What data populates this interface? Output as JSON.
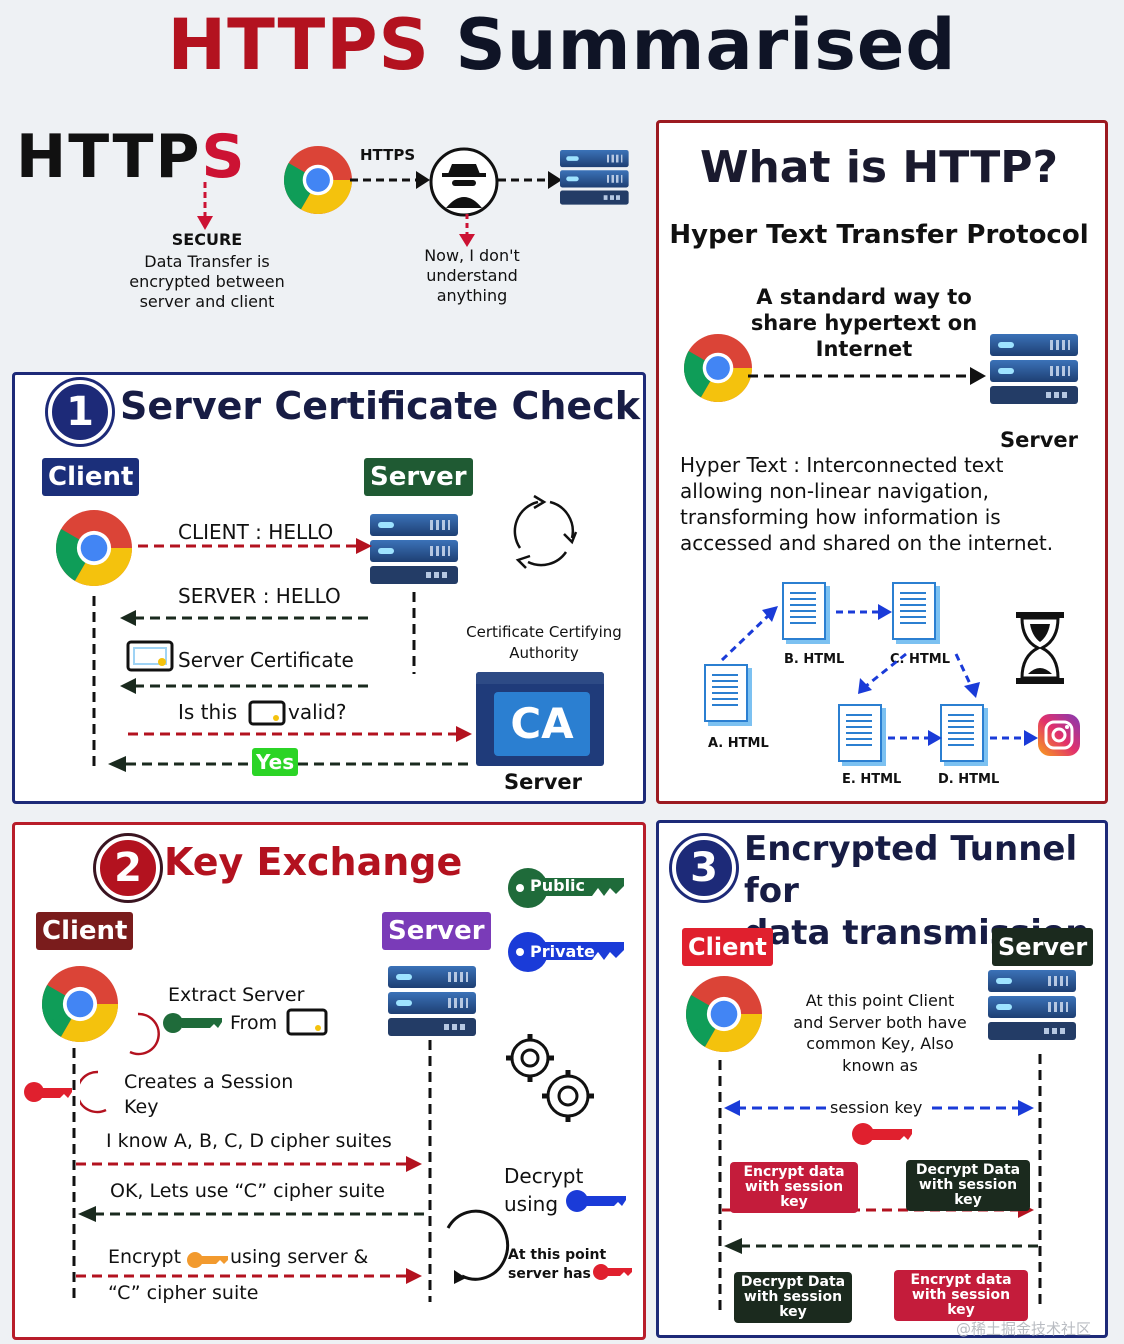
{
  "title": {
    "part1": "HTTPS",
    "part2": "Summarised"
  },
  "intro": {
    "https_big": "HTTP",
    "https_big_s": "S",
    "secure": "SECURE",
    "secure_desc": "Data Transfer is encrypted between server and client",
    "arrow_label": "HTTPS",
    "hacker_text": "Now, I don't understand anything"
  },
  "http_panel": {
    "heading": "What is HTTP?",
    "subheading": "Hyper Text Transfer Protocol",
    "standard": "A standard way to share hypertext on Internet",
    "server": "Server",
    "hypertext_desc": "Hyper Text : Interconnected text allowing non-linear navigation, transforming how information is accessed and shared on the internet.",
    "docs": [
      "A. HTML",
      "B. HTML",
      "C. HTML",
      "D. HTML",
      "E. HTML"
    ]
  },
  "panel1": {
    "number": "1",
    "heading": "Server Certificate Check",
    "client": "Client",
    "server": "Server",
    "client_hello": "CLIENT : HELLO",
    "server_hello": "SERVER : HELLO",
    "server_cert": "Server Certificate",
    "is_this": "Is this",
    "valid": "valid?",
    "yes": "Yes",
    "ca_label": "Certificate Certifying Authority",
    "ca": "CA",
    "ca_server": "Server"
  },
  "panel2": {
    "number": "2",
    "heading": "Key Exchange",
    "client": "Client",
    "server": "Server",
    "public_key": "Public",
    "private_key": "Private",
    "extract": "Extract Server",
    "from": "From",
    "creates": "Creates a Session Key",
    "cipher_know": "I know A, B, C, D cipher suites",
    "cipher_ok": "OK, Lets use “C” cipher suite",
    "encrypt_a": "Encrypt",
    "encrypt_b": "using server &",
    "encrypt_c": "“C” cipher suite",
    "decrypt": "Decrypt using",
    "at_point": "At this point server has"
  },
  "panel3": {
    "number": "3",
    "heading_1": "Encrypted Tunnel for",
    "heading_2": "data transmission",
    "client": "Client",
    "server": "Server",
    "common": "At this point Client and Server both have common Key, Also known as",
    "session_key": "session key",
    "enc_client": "Encrypt data with session key",
    "dec_server": "Decrypt Data with session key",
    "dec_client": "Decrypt Data with session key",
    "enc_server": "Encrypt data with session key"
  },
  "watermark": "@稀土掘金技术社区",
  "colors": {
    "red": "#b3121f",
    "navy": "#1d2a78",
    "green": "#1f6b3a",
    "purple": "#7a3bb8"
  }
}
